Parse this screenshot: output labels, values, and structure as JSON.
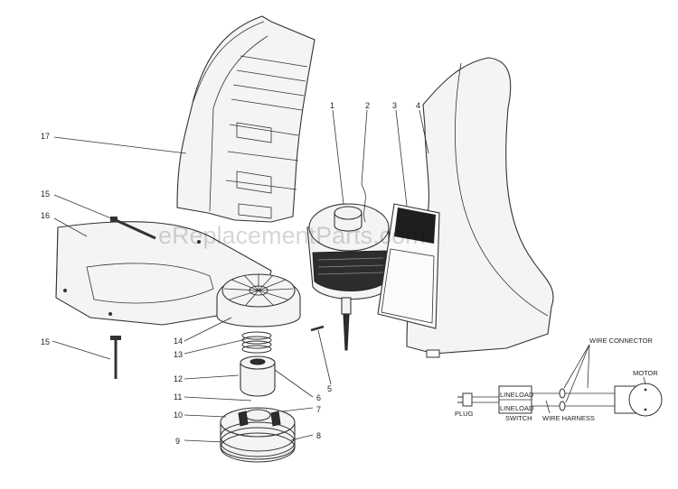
{
  "watermark": "eReplacementParts.com",
  "callouts": [
    "1",
    "2",
    "3",
    "4",
    "5",
    "6",
    "7",
    "8",
    "9",
    "10",
    "11",
    "12",
    "13",
    "14",
    "15",
    "15",
    "16",
    "17"
  ],
  "wiring": {
    "plug": "PLUG",
    "line_top": "LINE",
    "load_top": "LOAD",
    "line_bottom": "LINE",
    "load_bottom": "LOAD",
    "switch": "SWITCH",
    "wire_harness": "WIRE HARNESS",
    "wire_connector": "WIRE CONNECTOR",
    "motor": "MOTOR"
  }
}
